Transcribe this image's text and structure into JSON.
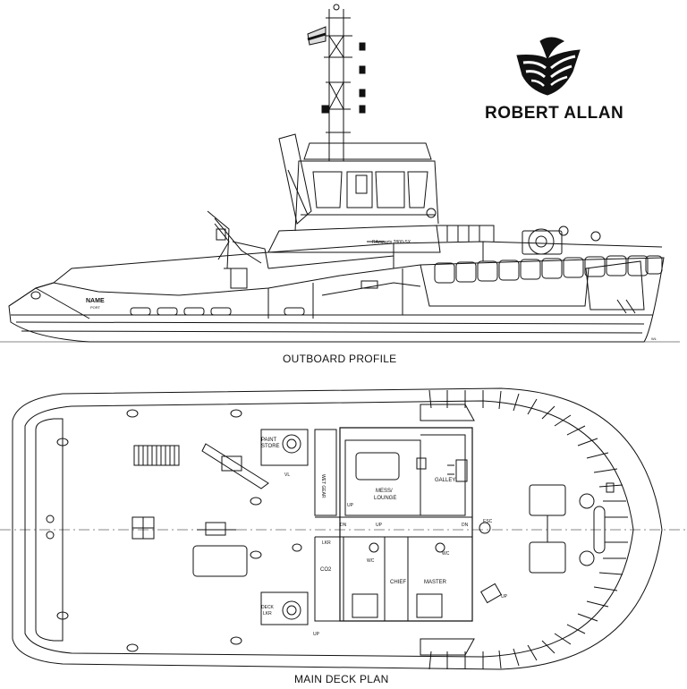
{
  "brand": {
    "name": "ROBERT ALLAN",
    "logo_icon": "robert-allan-ship-logo-icon"
  },
  "views": {
    "outboard_profile": {
      "caption": "OUTBOARD PROFILE",
      "name_mark": "NAME",
      "port_mark": "PORT",
      "vessel_mark": "RAmparts 2800-SX",
      "wl_mark": "WL"
    },
    "main_deck_plan": {
      "caption": "MAIN DECK PLAN",
      "rooms": {
        "paint_store": [
          "PAINT",
          "STORE"
        ],
        "mess_lounge": [
          "MESS/",
          "LOUNGE"
        ],
        "galley": "GALLEY",
        "wet_gear": "WET GEAR",
        "lkr": "LKR",
        "co2": "CO2",
        "chief": "CHIEF",
        "master": "MASTER",
        "wc_left": "WC",
        "wc_right": "WC",
        "deck_lkr": [
          "DECK",
          "LKR"
        ],
        "esc": "ESC"
      },
      "marks": {
        "up_1": "UP",
        "up_2": "UP",
        "up_3": "UP",
        "up_4": "UP",
        "dn_1": "DN",
        "dn_2": "DN",
        "vl": "VL"
      }
    }
  }
}
